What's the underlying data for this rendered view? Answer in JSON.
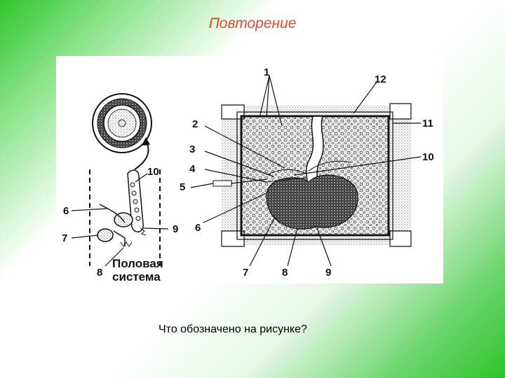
{
  "slide": {
    "title": "Повторение",
    "question": "Что обозначено на рисунке?"
  },
  "figure": {
    "left_panel": {
      "labels": [
        "10",
        "6",
        "7",
        "9",
        "8"
      ],
      "caption_line1": "Половая",
      "caption_line2": "система"
    },
    "right_panel": {
      "labels": [
        "1",
        "12",
        "2",
        "11",
        "3",
        "10",
        "4",
        "5",
        "6",
        "7",
        "8",
        "9"
      ]
    }
  },
  "colors": {
    "title": "#e04a2a",
    "background_green": "#2fc62f"
  }
}
